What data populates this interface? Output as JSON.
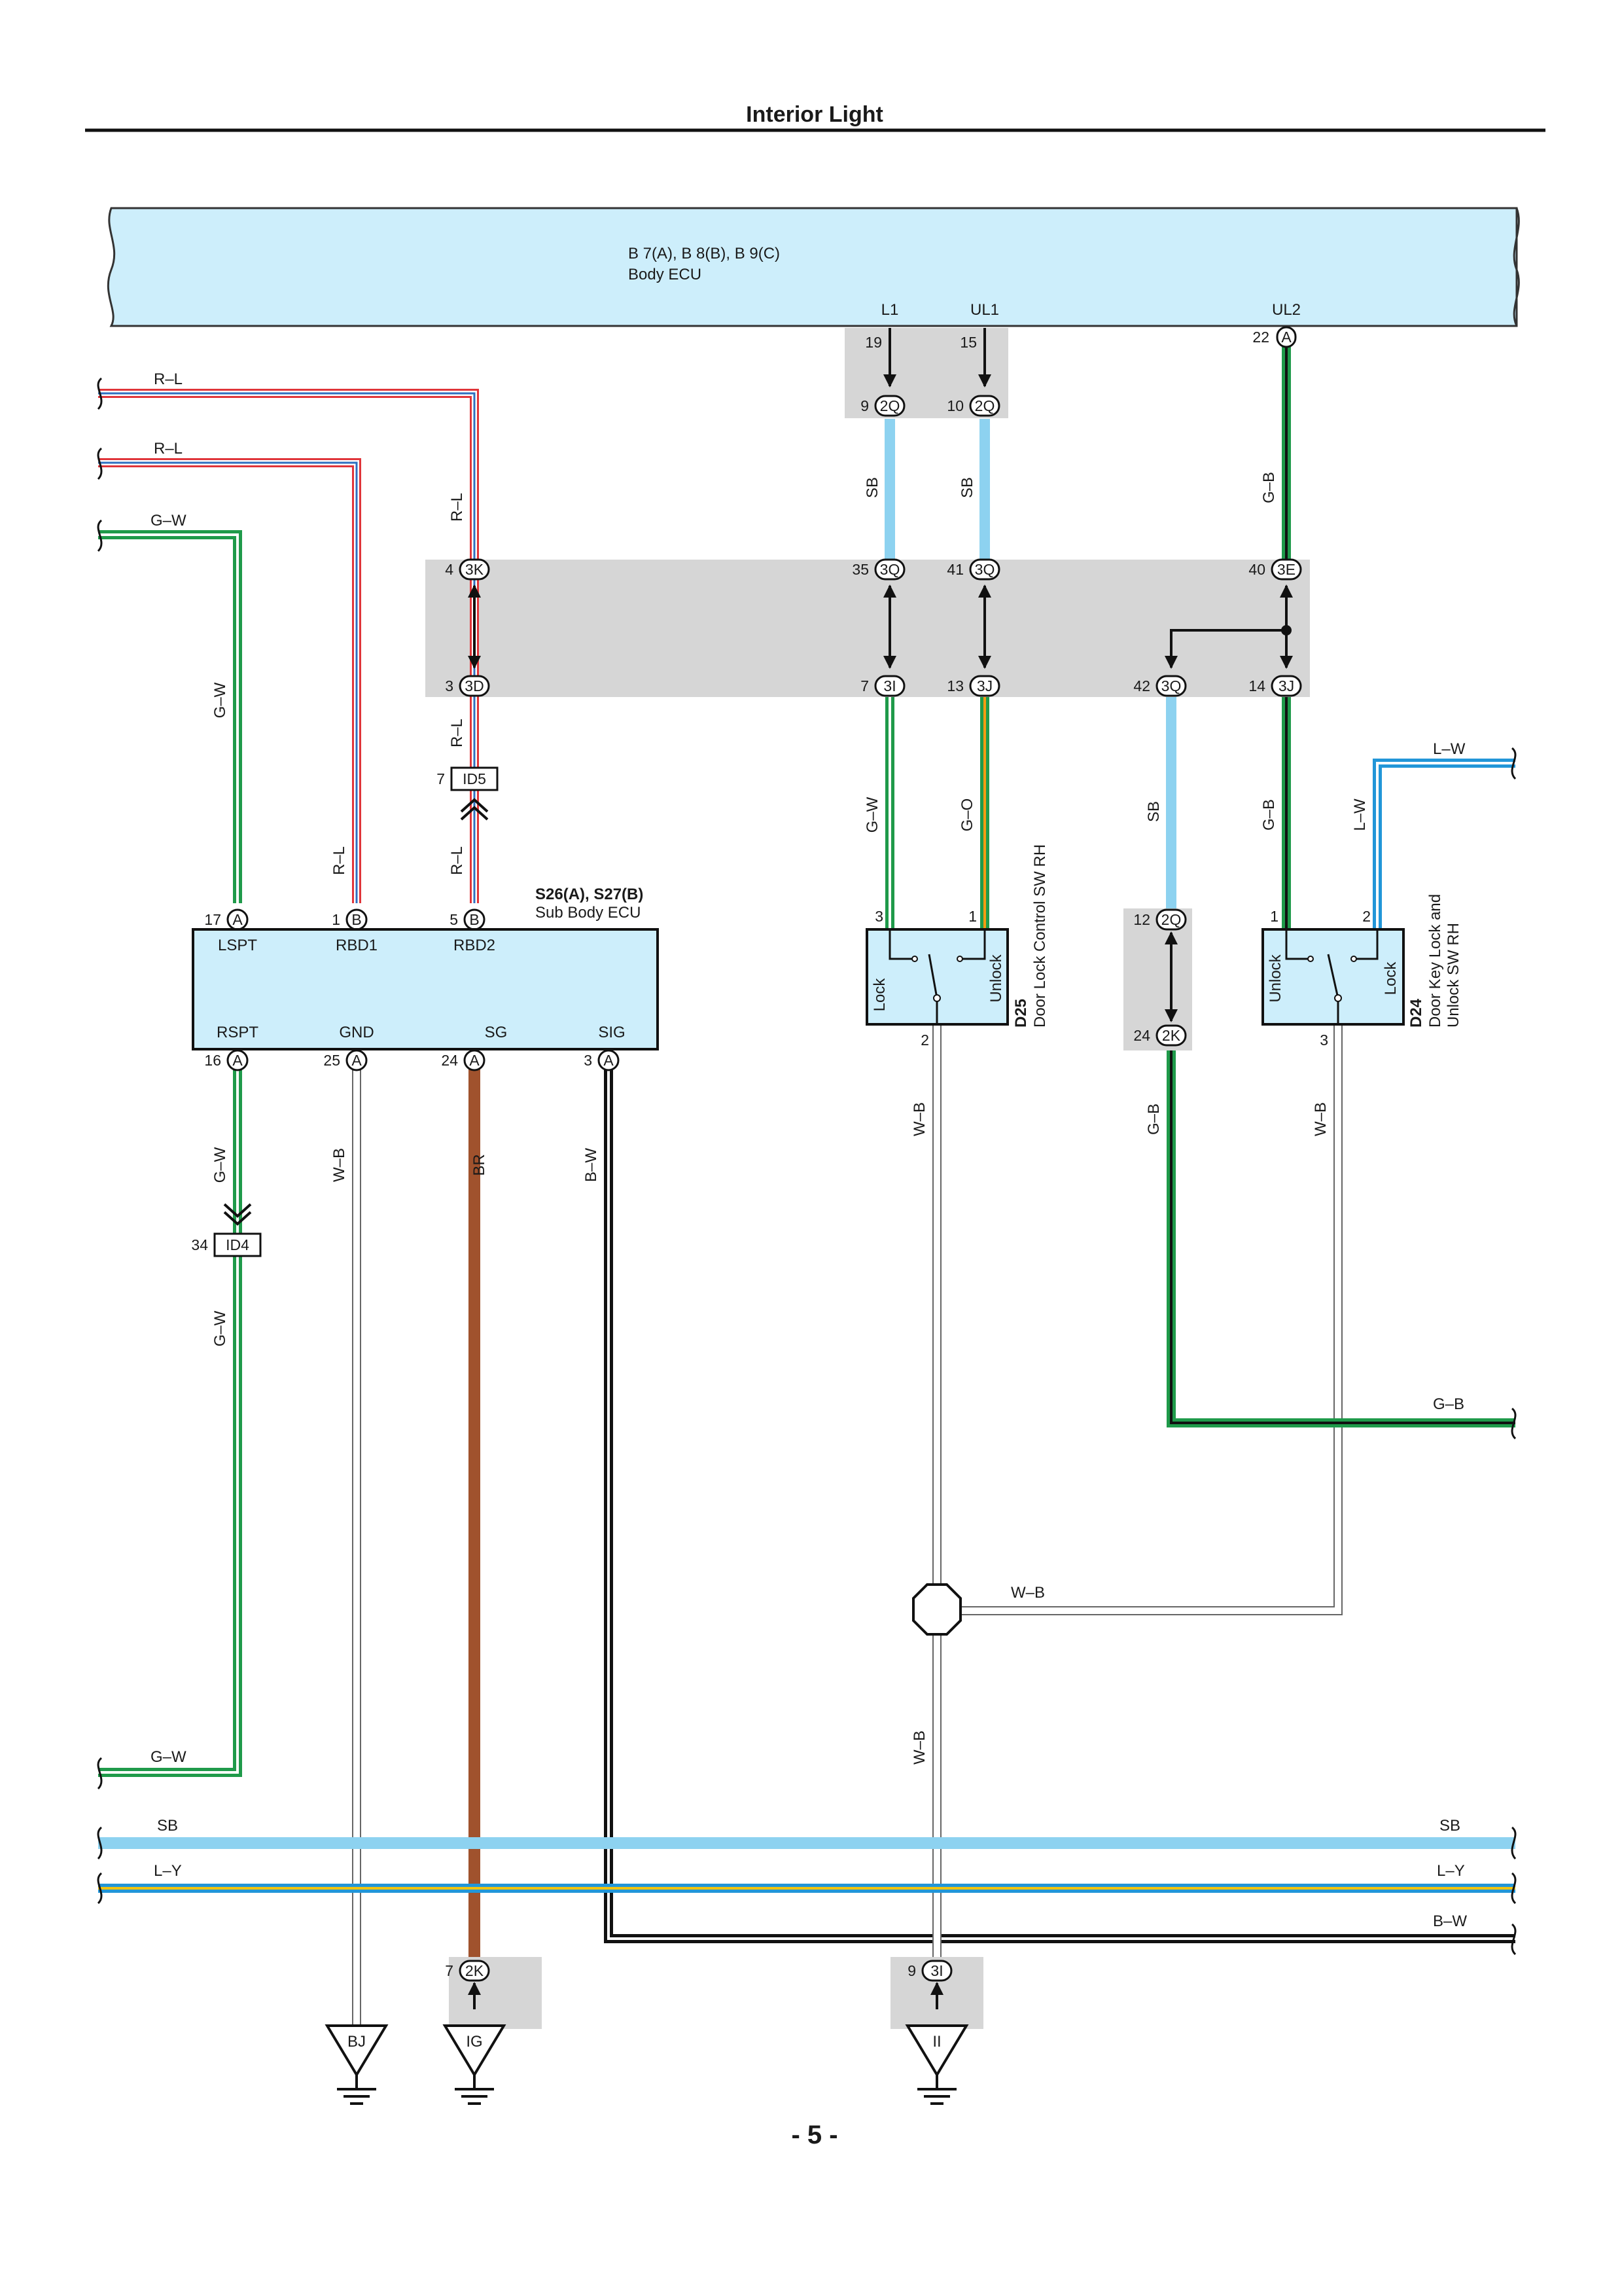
{
  "page": {
    "title": "Interior Light",
    "page_number": "- 5 -"
  },
  "body_ecu": {
    "ref": "B 7(A), B 8(B), B 9(C)",
    "name": "Body ECU",
    "terminals": {
      "l1": "L1",
      "ul1": "UL1",
      "ul2": "UL2"
    },
    "pins": {
      "l1": "19",
      "ul1": "15",
      "ul2": "22"
    },
    "ul2_conn": "A"
  },
  "sub_body_ecu": {
    "ref": "S26(A), S27(B)",
    "name": "Sub Body ECU",
    "terminals": {
      "lspt": "LSPT",
      "rbd1": "RBD1",
      "rbd2": "RBD2",
      "rspt": "RSPT",
      "gnd": "GND",
      "sg": "SG",
      "sig": "SIG"
    },
    "pins": {
      "lspt": "17",
      "rbd1": "1",
      "rbd2": "5",
      "rspt": "16",
      "gnd": "25",
      "sg": "24",
      "sig": "3"
    },
    "conns": {
      "lspt": "A",
      "rbd1": "B",
      "rbd2": "B",
      "rspt": "A",
      "gnd": "A",
      "sg": "A",
      "sig": "A"
    }
  },
  "d25": {
    "code": "D25",
    "name": "Door Lock Control SW RH",
    "pins": {
      "lock": "3",
      "unlock": "1",
      "com": "2"
    },
    "contacts": {
      "lock": "Lock",
      "unlock": "Unlock"
    }
  },
  "d24": {
    "code": "D24",
    "name1": "Door Key Lock and",
    "name2": "Unlock SW RH",
    "pins": {
      "unlock": "1",
      "lock": "2",
      "com": "3"
    },
    "contacts": {
      "lock": "Lock",
      "unlock": "Unlock"
    }
  },
  "junctions": {
    "j2q_l1": {
      "pin": "9",
      "code": "2Q"
    },
    "j2q_ul1": {
      "pin": "10",
      "code": "2Q"
    },
    "j3k": {
      "pin": "4",
      "code": "3K"
    },
    "j3d": {
      "pin": "3",
      "code": "3D"
    },
    "j3q_top": {
      "pin": "35",
      "code": "3Q"
    },
    "j3i": {
      "pin": "7",
      "code": "3I"
    },
    "j3q_mid": {
      "pin": "41",
      "code": "3Q"
    },
    "j3j_mid": {
      "pin": "13",
      "code": "3J"
    },
    "j3e": {
      "pin": "40",
      "code": "3E"
    },
    "j3j_right": {
      "pin": "14",
      "code": "3J"
    },
    "j3q_low": {
      "pin": "42",
      "code": "3Q"
    },
    "j2q_low": {
      "pin": "12",
      "code": "2Q"
    },
    "j2k_low": {
      "pin": "24",
      "code": "2K"
    },
    "j2k_gnd": {
      "pin": "7",
      "code": "2K"
    },
    "j3i_gnd": {
      "pin": "9",
      "code": "3I"
    }
  },
  "inline": {
    "id5": {
      "pin": "7",
      "code": "ID5"
    },
    "id4": {
      "pin": "34",
      "code": "ID4"
    }
  },
  "grounds": {
    "bj": "BJ",
    "ig": "IG",
    "ii": "II"
  },
  "wires": {
    "rl_1": "R–L",
    "rl_2": "R–L",
    "gw_in": "G–W",
    "rl_v1": "R–L",
    "rl_v2": "R–L",
    "gw_v1": "G–W",
    "rl_v3": "R–L",
    "rl_v4": "R–L",
    "sb_1": "SB",
    "sb_2": "SB",
    "gb_1": "G–B",
    "gw_2": "G–W",
    "go": "G–O",
    "sb_3": "SB",
    "gb_2": "G–B",
    "lw_h": "L–W",
    "lw_v": "L–W",
    "gw_3": "G–W",
    "gw_4": "G–W",
    "wb_gnd": "W–B",
    "br": "BR",
    "bw": "B–W",
    "wb_d25": "W–B",
    "gb_low": "G–B",
    "wb_d24": "W–B",
    "gb_right": "G–B",
    "wb_splice": "W–B",
    "wb_down": "W–B",
    "gw_out": "G–W",
    "sb_bus_l": "SB",
    "sb_bus_r": "SB",
    "ly_l": "L–Y",
    "ly_r": "L–Y",
    "bw_bus": "B–W"
  },
  "colors": {
    "sky_blue": "#8dd2f0",
    "green": "#1f9a4a",
    "red": "#e0353a",
    "blue": "#2e6fc0",
    "brown": "#a0522d",
    "black": "#111111",
    "yellow": "#f1c40f",
    "orange": "#f39c12",
    "ecu_fill": "#cdeefb",
    "junction_box": "#d6d6d6"
  }
}
